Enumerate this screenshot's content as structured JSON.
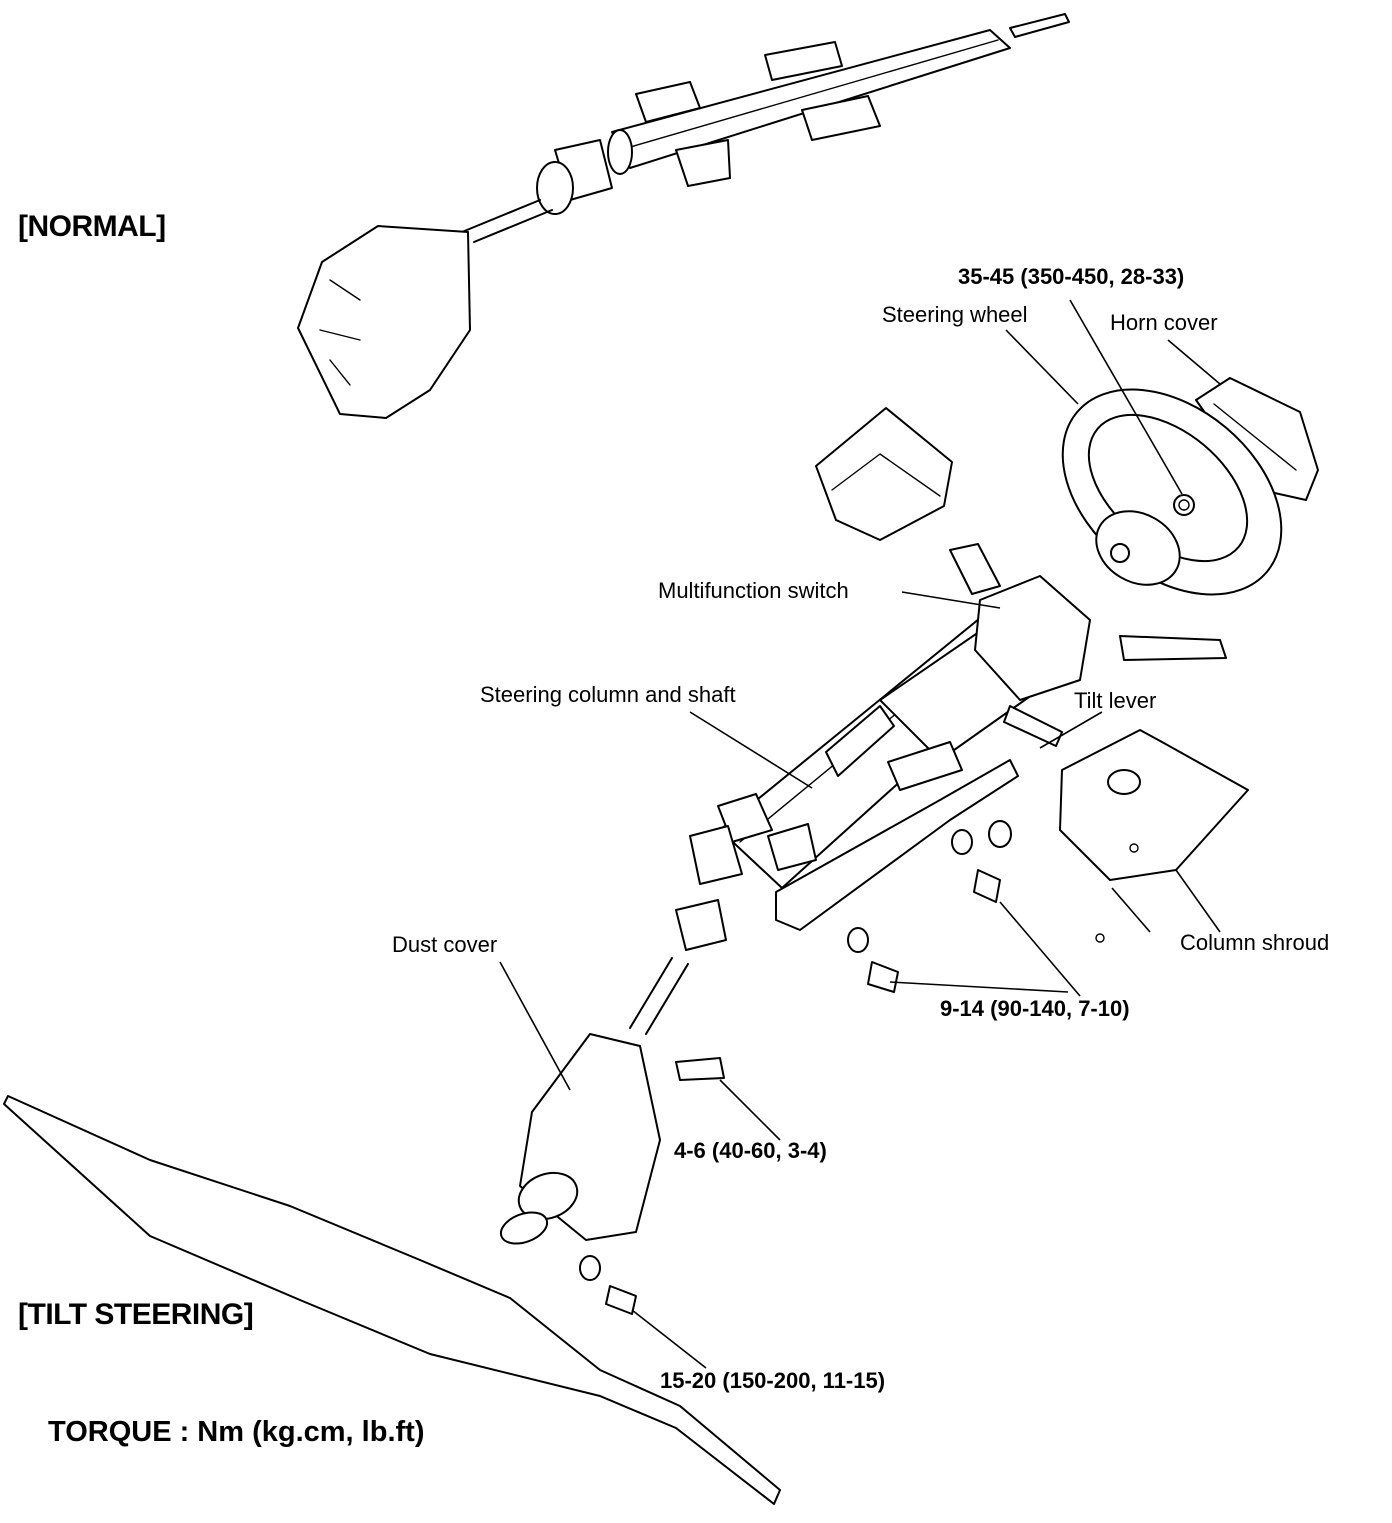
{
  "headings": {
    "normal": "[NORMAL]",
    "tilt": "[TILT STEERING]"
  },
  "torque_note": "TORQUE : Nm (kg.cm, lb.ft)",
  "callouts": {
    "steering_wheel_torque": "35-45 (350-450, 28-33)",
    "steering_wheel": "Steering  wheel",
    "horn_cover": "Horn cover",
    "multifunction_switch": "Multifunction switch",
    "steering_column": "Steering column and shaft",
    "tilt_lever": "Tilt lever",
    "column_shroud": "Column  shroud",
    "column_bolt_torque": "9-14 (90-140, 7-10)",
    "dust_cover": "Dust cover",
    "dust_cover_bolt_torque": "4-6 (40-60, 3-4)",
    "joint_bolt_torque": "15-20 (150-200, 11-15)"
  }
}
